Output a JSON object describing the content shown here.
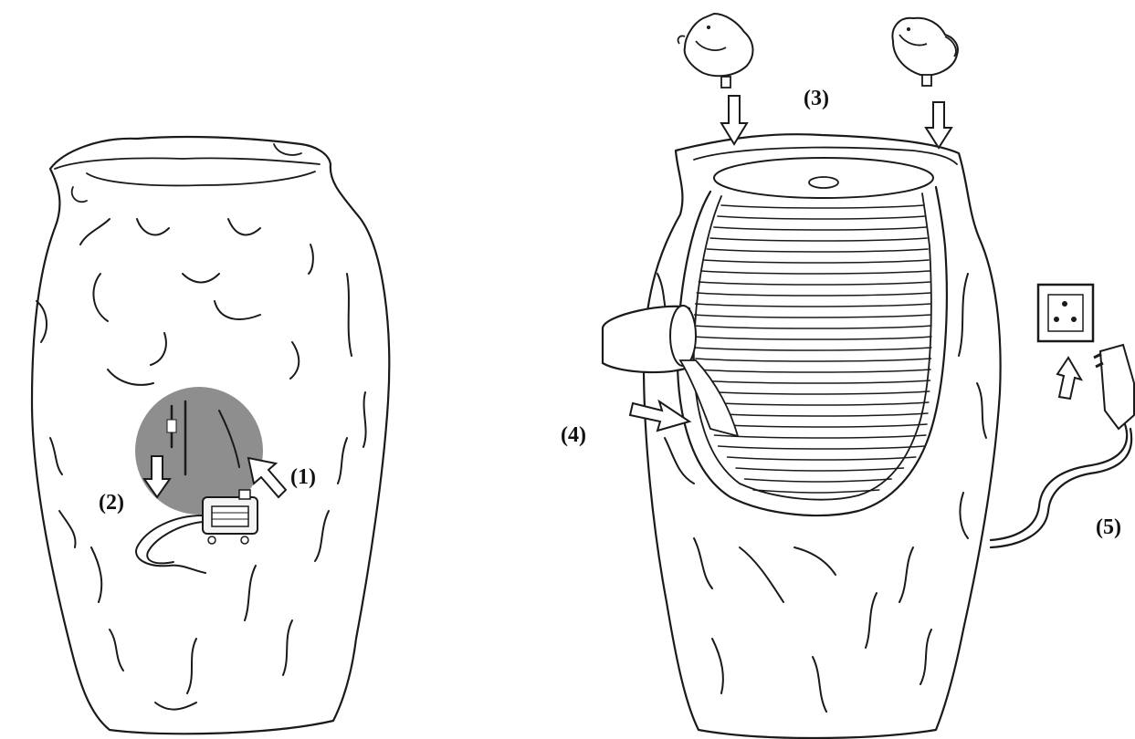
{
  "steps": [
    {
      "label": "(1)"
    },
    {
      "label": "(2)"
    },
    {
      "label": "(3)"
    },
    {
      "label": "(4)"
    },
    {
      "label": "(5)"
    }
  ],
  "colors": {
    "ink": "#1a1a1a",
    "highlight_circle": "#8e8e8e",
    "background": "#ffffff"
  },
  "icons": [
    "vase-body",
    "pump-icon",
    "bird-figurine-icon",
    "water-pitcher-icon",
    "wall-socket-icon",
    "power-plug-icon",
    "arrow-icon"
  ]
}
